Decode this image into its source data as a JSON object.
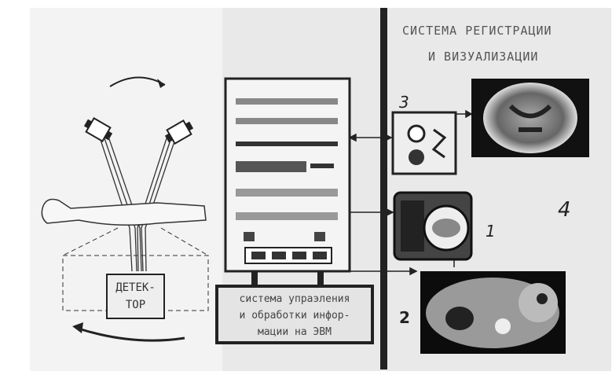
{
  "header": {
    "line1": "СИСТЕМА  РЕГИСТРАЦИИ",
    "line2": "И  ВИЗУАЛИЗАЦИИ"
  },
  "labels": {
    "n1": "1",
    "n2": "2",
    "n3": "3",
    "n4": "4"
  },
  "control_box": {
    "line1": "система упраэления",
    "line2": "и обработки инфор-",
    "line3": "мации на ЭВМ"
  },
  "detector": {
    "line1": "ДЕТЕК-",
    "line2": "ТОР"
  },
  "colors": {
    "ink": "#222222",
    "paper": "#e8e8e8",
    "panel": "#f0f0f0"
  }
}
